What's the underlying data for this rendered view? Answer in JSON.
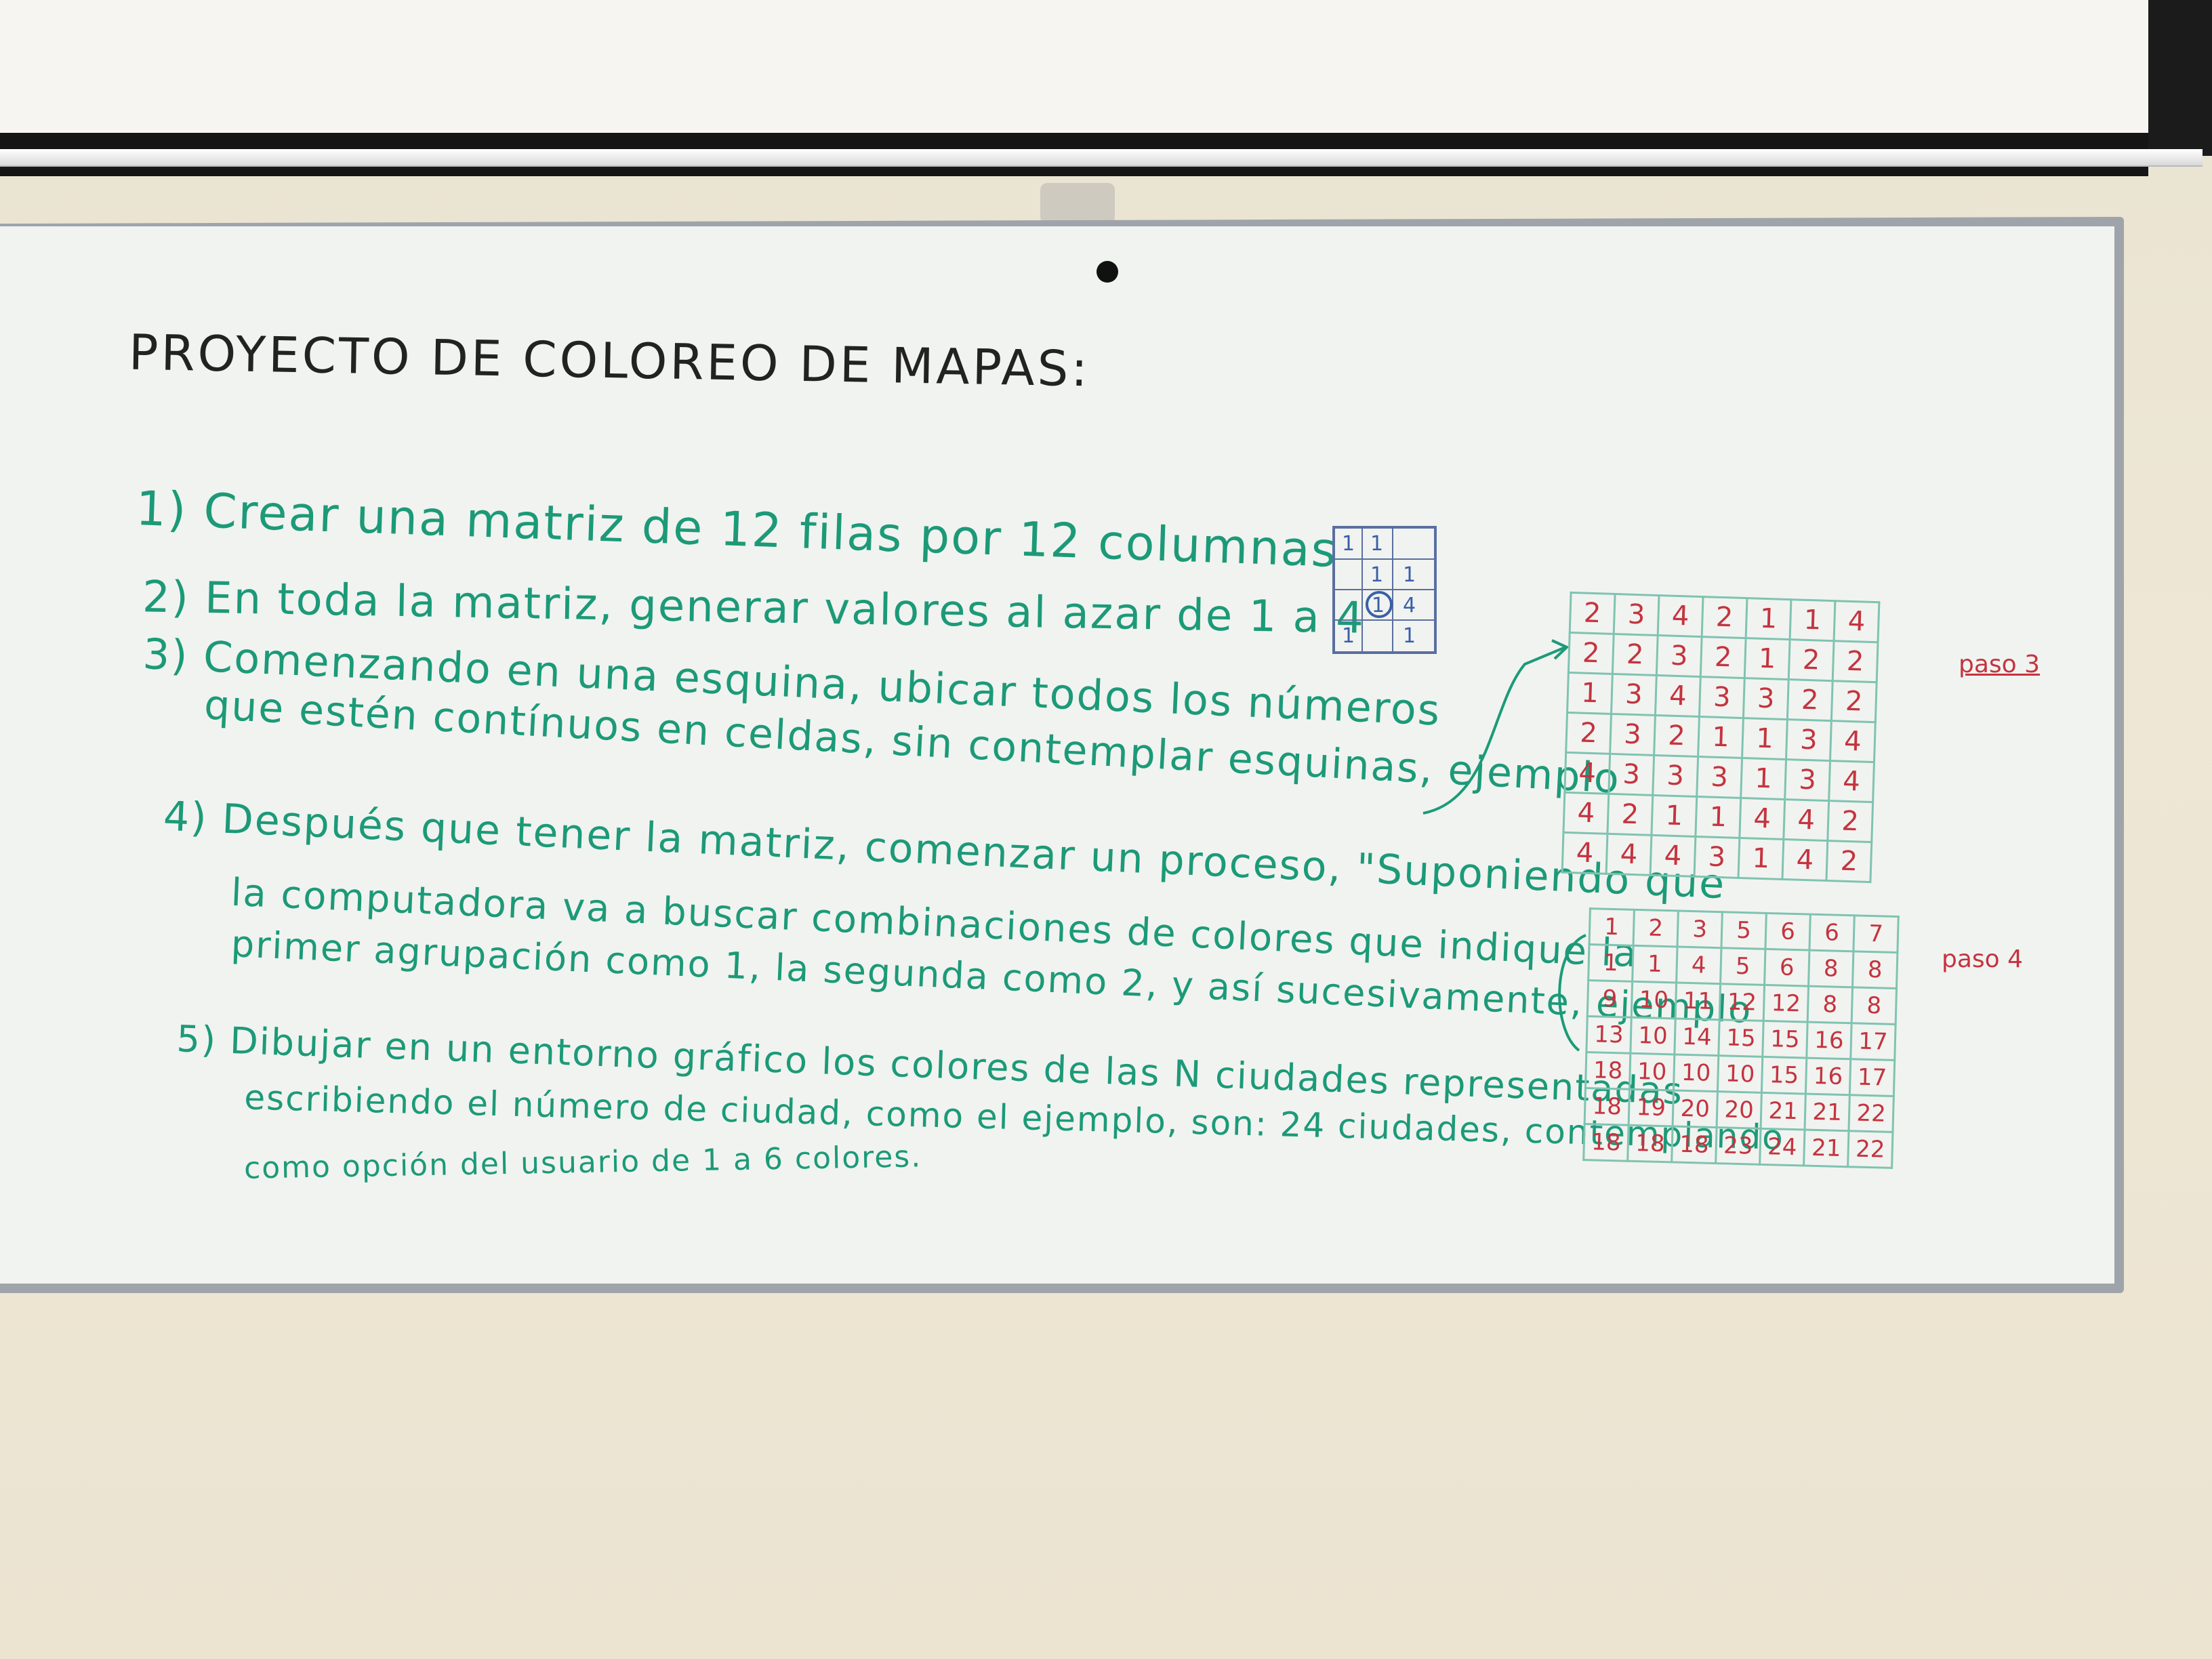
{
  "whiteboard": {
    "title": "PROYECTO DE COLOREO DE MAPAS:",
    "items": [
      {
        "label": "1) Crear una matriz de 12 filas por 12 columnas"
      },
      {
        "label": "2) En toda la matriz, generar valores al azar de 1 a 4"
      },
      {
        "label": "3) Comenzando en una esquina, ubicar todos los números"
      },
      {
        "label": "que estén contínuos en celdas, sin contemplar esquinas, ejemplo"
      },
      {
        "label": ""
      },
      {
        "label": "4) Después que tener la matriz, comenzar un proceso, \"Suponiendo que"
      },
      {
        "label": "la computadora va a buscar combinaciones de colores que indique la"
      },
      {
        "label": "primer agrupación como 1, la segunda como 2, y así sucesivamente, ejemplo"
      },
      {
        "label": "5) Dibujar en un entorno gráfico los colores de las N ciudades representadas"
      },
      {
        "label": "escribiendo el número de ciudad, como el ejemplo, son: 24 ciudades, contemplando"
      },
      {
        "label": "como opción del usuario de 1 a 6 colores."
      }
    ],
    "paso3_label": "paso 3",
    "paso4_label": "paso 4",
    "sketch_values": [
      "1",
      "1",
      "1",
      "1",
      "1",
      "4",
      "1",
      "1"
    ],
    "grid_paso3": [
      [
        "2",
        "3",
        "4",
        "2",
        "1",
        "1",
        "4"
      ],
      [
        "2",
        "2",
        "3",
        "2",
        "1",
        "2",
        "2"
      ],
      [
        "1",
        "3",
        "4",
        "3",
        "3",
        "2",
        "2"
      ],
      [
        "2",
        "3",
        "2",
        "1",
        "1",
        "3",
        "4"
      ],
      [
        "4",
        "3",
        "3",
        "3",
        "1",
        "3",
        "4"
      ],
      [
        "4",
        "2",
        "1",
        "1",
        "4",
        "4",
        "2"
      ],
      [
        "4",
        "4",
        "4",
        "3",
        "1",
        "4",
        "2"
      ]
    ],
    "grid_paso4": [
      [
        "1",
        "2",
        "3",
        "5",
        "6",
        "6",
        "7"
      ],
      [
        "1",
        "1",
        "4",
        "5",
        "6",
        "8",
        "8"
      ],
      [
        "9",
        "10",
        "11",
        "12",
        "12",
        "8",
        "8"
      ],
      [
        "13",
        "10",
        "14",
        "15",
        "15",
        "16",
        "17"
      ],
      [
        "18",
        "10",
        "10",
        "10",
        "15",
        "16",
        "17"
      ],
      [
        "18",
        "19",
        "20",
        "20",
        "21",
        "21",
        "22"
      ],
      [
        "18",
        "18",
        "18",
        "23",
        "24",
        "21",
        "22"
      ]
    ],
    "colors": {
      "marker_green": "#1c9a78",
      "marker_red": "#c4343f",
      "marker_black": "#222222",
      "marker_blue": "#3a5fa8"
    }
  }
}
